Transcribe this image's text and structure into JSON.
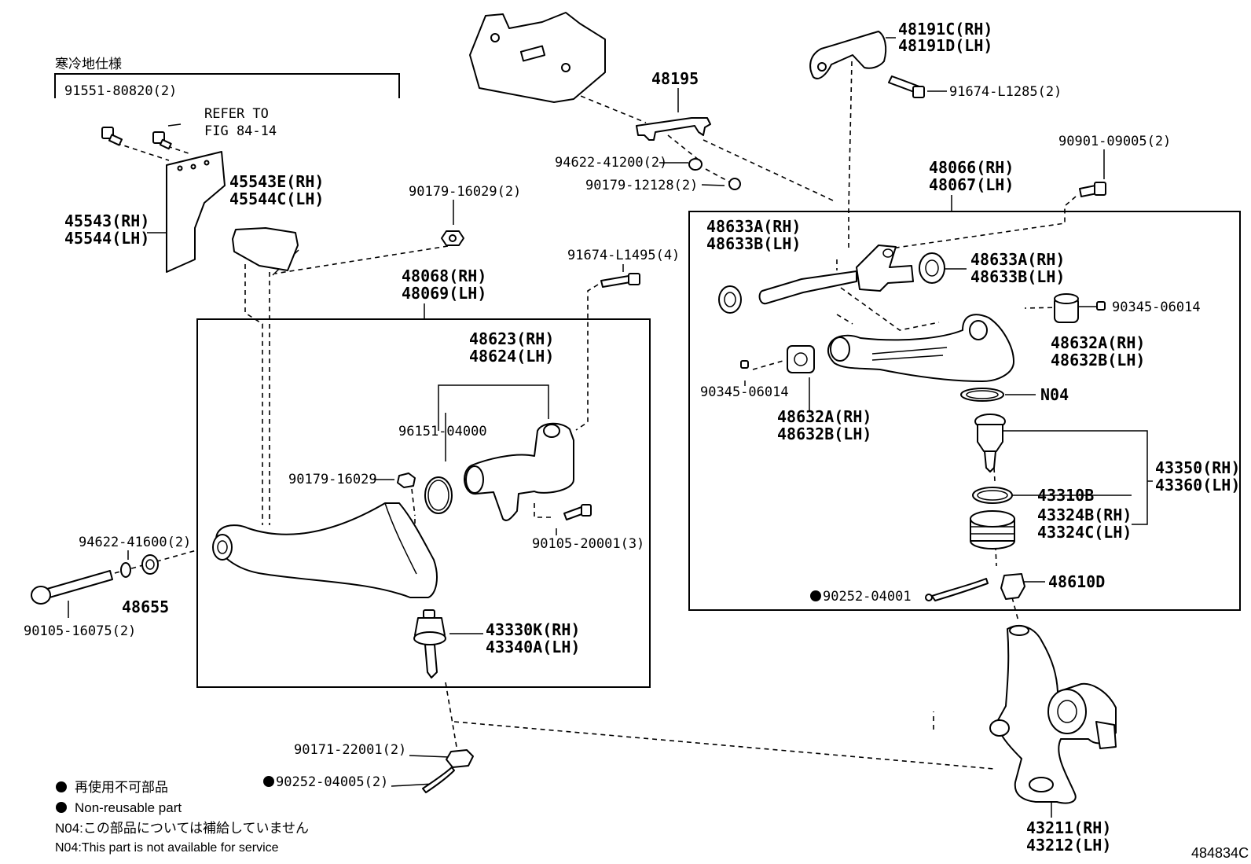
{
  "diagram": {
    "cold_spec_label": "寒冷地仕様",
    "refer_to": [
      "REFER TO",
      "FIG 84-14"
    ],
    "fig_code": "484834C",
    "parts": {
      "p91551": "91551-80820(2)",
      "p45543": [
        "45543(RH)",
        "45544(LH)"
      ],
      "p45543e": [
        "45543E(RH)",
        "45544C(LH)"
      ],
      "p90179a": "90179-16029(2)",
      "p48068": [
        "48068(RH)",
        "48069(LH)"
      ],
      "p91674a": "91674-L1495(4)",
      "p48623": [
        "48623(RH)",
        "48624(LH)"
      ],
      "p96151": "96151-04000",
      "p90179b": "90179-16029",
      "p90105a": "90105-20001(3)",
      "p94622a": "94622-41600(2)",
      "p48655": "48655",
      "p90105b": "90105-16075(2)",
      "p43330": [
        "43330K(RH)",
        "43340A(LH)"
      ],
      "p90171": "90171-22001(2)",
      "p90252a": "90252-04005(2)",
      "p48195": "48195",
      "p94622b": "94622-41200(2)",
      "p90179c": "90179-12128(2)",
      "p48191": [
        "48191C(RH)",
        "48191D(LH)"
      ],
      "p91674b": "91674-L1285(2)",
      "p90901": "90901-09005(2)",
      "p48066": [
        "48066(RH)",
        "48067(LH)"
      ],
      "p48633l": [
        "48633A(RH)",
        "48633B(LH)"
      ],
      "p48633r": [
        "48633A(RH)",
        "48633B(LH)"
      ],
      "p90345r": "90345-06014",
      "p48632r": [
        "48632A(RH)",
        "48632B(LH)"
      ],
      "p90345l": "90345-06014",
      "p48632l": [
        "48632A(RH)",
        "48632B(LH)"
      ],
      "pn04": "N04",
      "p43350": [
        "43350(RH)",
        "43360(LH)"
      ],
      "p43310": "43310B",
      "p43324": [
        "43324B(RH)",
        "43324C(LH)"
      ],
      "p90252b": "90252-04001",
      "p48610": "48610D",
      "p43211": [
        "43211(RH)",
        "43212(LH)"
      ]
    },
    "legend": {
      "jp_nonreusable": "再使用不可部品",
      "en_nonreusable": "Non-reusable part",
      "jp_n04": "N04:この部品については補給していません",
      "en_n04": "N04:This part is not available for service"
    }
  }
}
